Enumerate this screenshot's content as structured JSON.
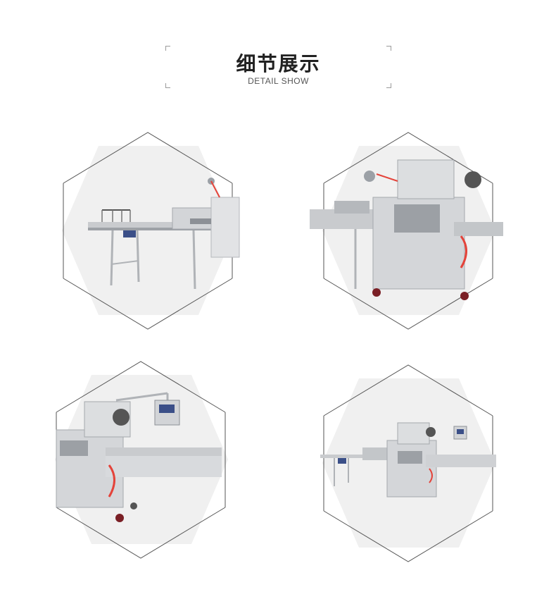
{
  "header": {
    "title": "细节展示",
    "subtitle": "DETAIL SHOW"
  },
  "colors": {
    "hex_fill": "#f0f0f0",
    "hex_outline": "#555555",
    "steel": "#c7c9cc",
    "steel_dark": "#8c9096",
    "accent_red": "#e4433a",
    "motor_blue": "#3b4f88"
  },
  "gallery": {
    "items": [
      {
        "icon": "conveyor-machine-left-view"
      },
      {
        "icon": "sealing-machine-closeup"
      },
      {
        "icon": "sealing-machine-control-panel"
      },
      {
        "icon": "full-machine-overview"
      }
    ]
  }
}
